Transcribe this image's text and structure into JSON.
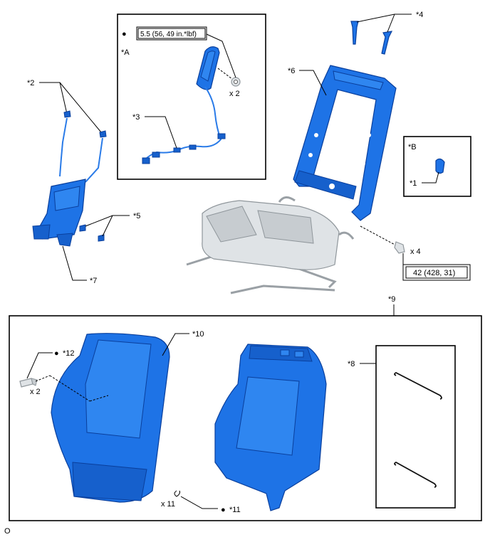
{
  "labels": {
    "c1": "*1",
    "c2": "*2",
    "c3": "*3",
    "c4": "*4",
    "c5": "*5",
    "c6": "*6",
    "c7": "*7",
    "c8": "*8",
    "c9": "*9",
    "c10": "*10",
    "c11": "*11",
    "c12": "*12",
    "A": "*A",
    "B": "*B"
  },
  "bullets": {
    "torque_a": "●",
    "c11": "●",
    "c12": "●"
  },
  "torques": {
    "top": "5.5 (56, 49 in.*lbf)",
    "right": "42 (428, 31)"
  },
  "quantities": {
    "nut": "x 2",
    "bolt": "x 4",
    "screw": "x 2",
    "clip": "x 11"
  },
  "corner_mark": "O",
  "colors": {
    "part_blue": "#1e73e6",
    "outline": "#000000",
    "seat_grey": "#dfe3e6"
  }
}
